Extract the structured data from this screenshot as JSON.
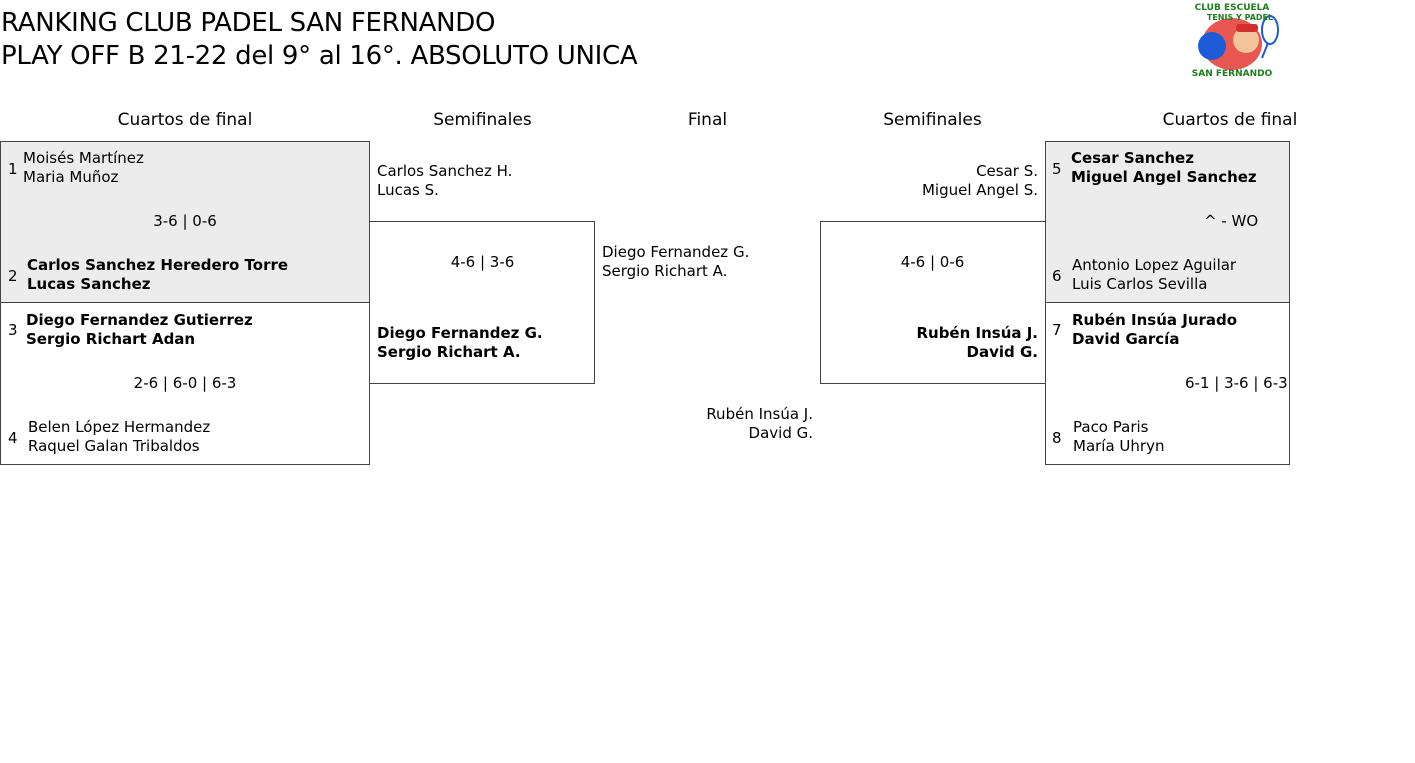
{
  "header": {
    "title_line1": "RANKING CLUB PADEL SAN FERNANDO",
    "title_line2": "PLAY OFF B 21-22 del 9° al 16°. ABSOLUTO UNICA",
    "logo_text_top": "CLUB ESCUELA",
    "logo_text_mid": "TENIS Y PADEL",
    "logo_text_bottom": "SAN FERNANDO"
  },
  "columns": {
    "qf_left": "Cuartos de final",
    "sf_left": "Semifinales",
    "final": "Final",
    "sf_right": "Semifinales",
    "qf_right": "Cuartos de final"
  },
  "quarterfinals": [
    {
      "seed_a": "1",
      "a1": "Moisés Martínez",
      "a2": "Maria Muñoz",
      "score": "3-6 | 0-6",
      "seed_b": "2",
      "b1": "Carlos Sanchez Heredero Torre",
      "b2": "Lucas Sanchez"
    },
    {
      "seed_a": "3",
      "a1": "Diego Fernandez Gutierrez",
      "a2": "Sergio Richart Adan",
      "score": "2-6 | 6-0 | 6-3",
      "seed_b": "4",
      "b1": "Belen López Hermandez",
      "b2": "Raquel Galan Tribaldos"
    },
    {
      "seed_a": "5",
      "a1": "Cesar Sanchez",
      "a2": "Miguel Angel Sanchez",
      "score": "^ - WO",
      "seed_b": "6",
      "b1": "Antonio Lopez Aguilar",
      "b2": "Luis Carlos Sevilla"
    },
    {
      "seed_a": "7",
      "a1": "Rubén Insúa Jurado",
      "a2": "David García",
      "score": "6-1 | 3-6 | 6-3",
      "seed_b": "8",
      "b1": "Paco Paris",
      "b2": "María Uhryn"
    }
  ],
  "semifinals": [
    {
      "top1": "Carlos Sanchez H.",
      "top2": "Lucas S.",
      "score": "4-6 | 3-6",
      "bottom1": "Diego Fernandez G.",
      "bottom2": "Sergio Richart A."
    },
    {
      "top1": "Cesar S.",
      "top2": "Miguel Angel S.",
      "score": "4-6 | 0-6",
      "bottom1": "Rubén Insúa J.",
      "bottom2": "David G."
    }
  ],
  "final": {
    "left1": "Diego Fernandez G.",
    "left2": "Sergio Richart A.",
    "right1": "Rubén Insúa J.",
    "right2": "David G."
  }
}
